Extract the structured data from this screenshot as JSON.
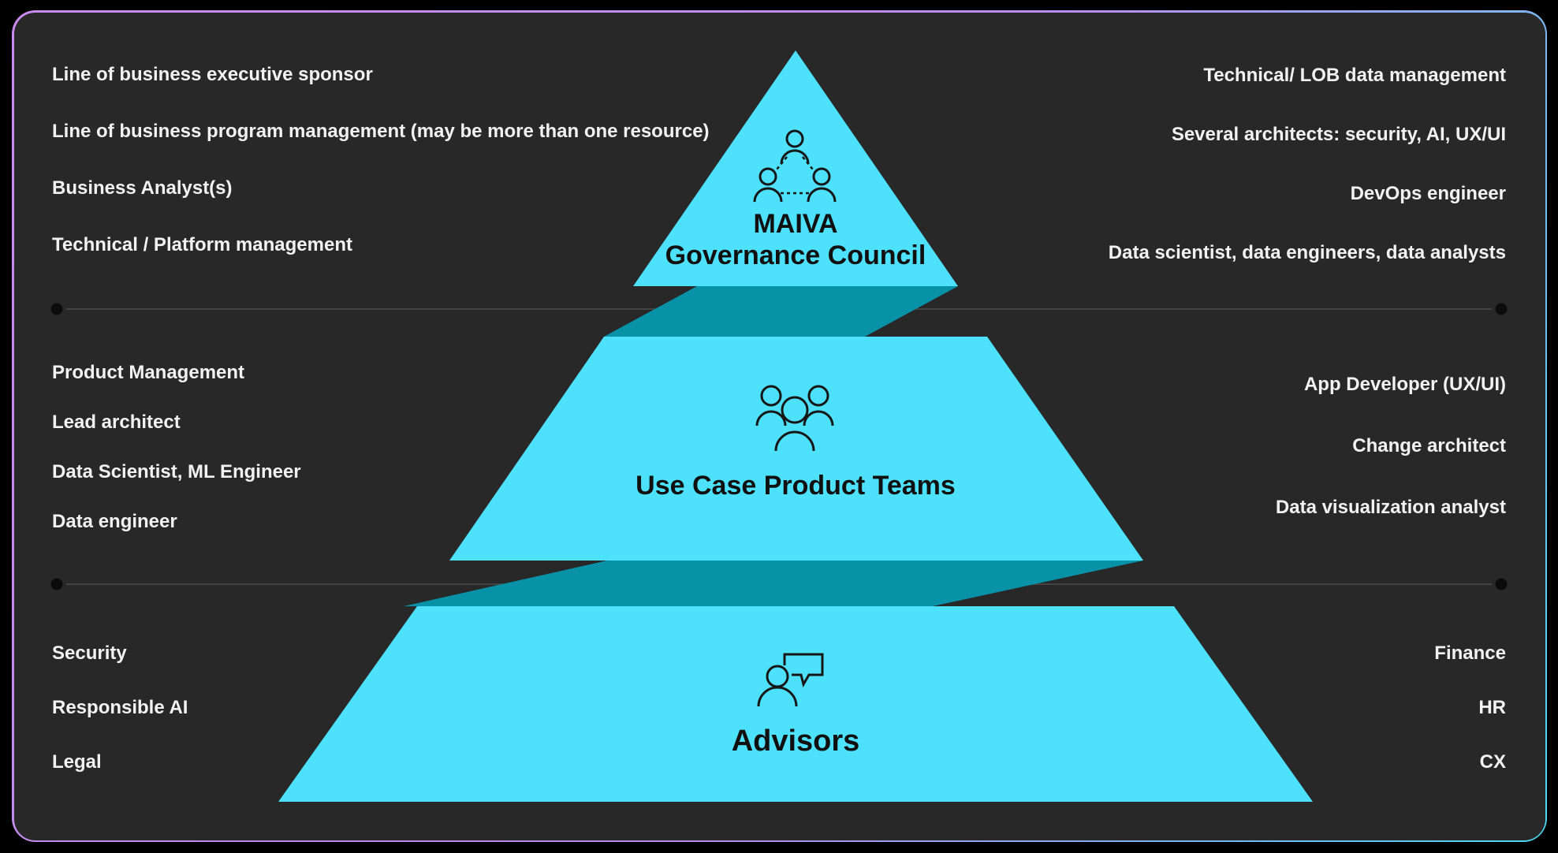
{
  "diagram": {
    "tier1": {
      "title_line1": "MAIVA",
      "title_line2": "Governance Council",
      "icon": "org-chart-icon",
      "left": [
        "Line of business executive sponsor",
        "Line of business program management (may be more than one resource)",
        "Business Analyst(s)",
        "Technical / Platform management"
      ],
      "right": [
        "Technical/ LOB data management",
        "Several architects: security, AI, UX/UI",
        "DevOps engineer",
        "Data scientist, data engineers, data analysts"
      ]
    },
    "tier2": {
      "title": "Use Case Product Teams",
      "icon": "team-icon",
      "left": [
        "Product Management",
        "Lead architect",
        "Data Scientist, ML Engineer",
        "Data engineer"
      ],
      "right": [
        "App Developer (UX/UI)",
        "Change architect",
        "Data visualization analyst"
      ]
    },
    "tier3": {
      "title": "Advisors",
      "icon": "advisor-chat-icon",
      "left": [
        "Security",
        "Responsible AI",
        "Legal"
      ],
      "right": [
        "Finance",
        "HR",
        "CX"
      ]
    },
    "colors": {
      "pyramid_cyan": "#4DE1FB",
      "fold_teal": "#0892A8",
      "panel_background": "#282828",
      "page_background": "#000000",
      "role_text": "#F2F2F2",
      "title_text": "#101010",
      "divider_line": "#4D4D4D",
      "divider_dot": "#0B0B0B",
      "border_purple": "#C98BEF",
      "border_cyan": "#4CD9F3"
    }
  }
}
